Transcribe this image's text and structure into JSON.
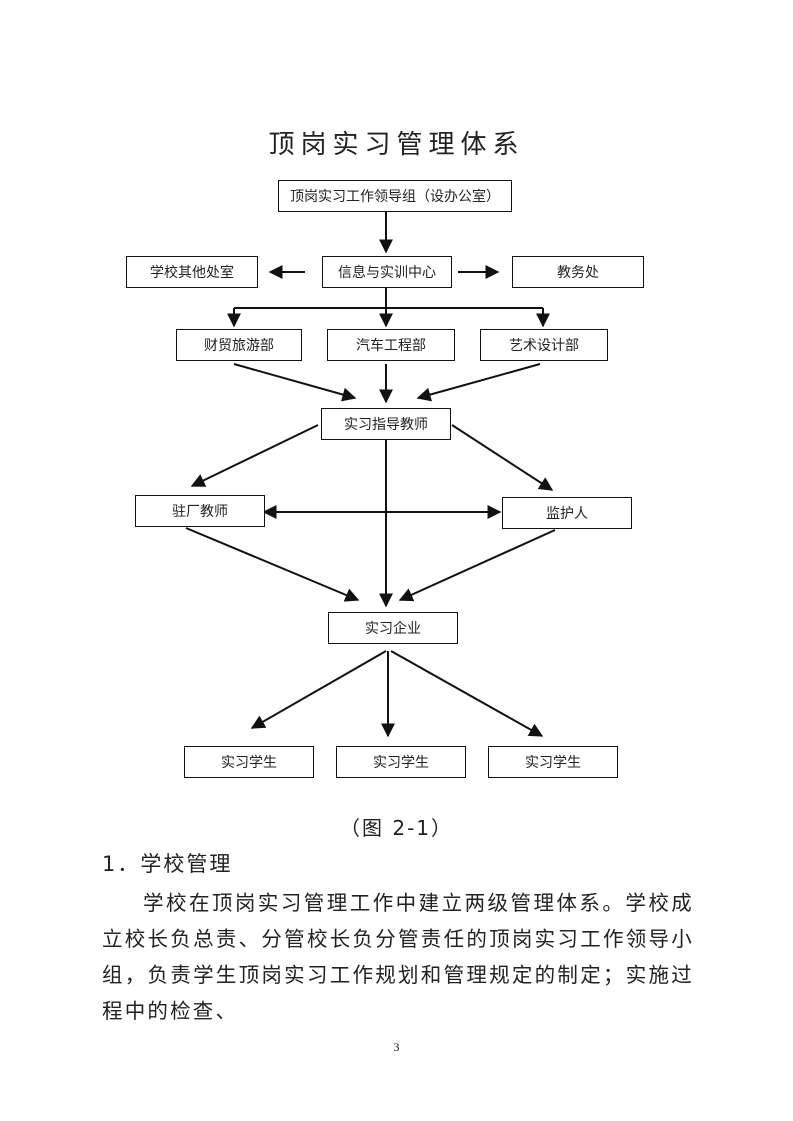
{
  "title": "顶岗实习管理体系",
  "diagram": {
    "nodes": {
      "leadership_group": "顶岗实习工作领导组（设办公室）",
      "other_offices": "学校其他处室",
      "info_training_center": "信息与实训中心",
      "academic_affairs": "教务处",
      "finance_tourism_dept": "财贸旅游部",
      "automotive_dept": "汽车工程部",
      "art_design_dept": "艺术设计部",
      "internship_instructor": "实习指导教师",
      "resident_teacher": "驻厂教师",
      "guardian": "监护人",
      "internship_enterprise": "实习企业",
      "student_1": "实习学生",
      "student_2": "实习学生",
      "student_3": "实习学生"
    }
  },
  "caption": "（图 2-1）",
  "section_heading": "1．学校管理",
  "paragraph": "学校在顶岗实习管理工作中建立两级管理体系。学校成立校长负总责、分管校长负分管责任的顶岗实习工作领导小组，负责学生顶岗实习工作规划和管理规定的制定；实施过程中的检查、",
  "page_number": "3"
}
